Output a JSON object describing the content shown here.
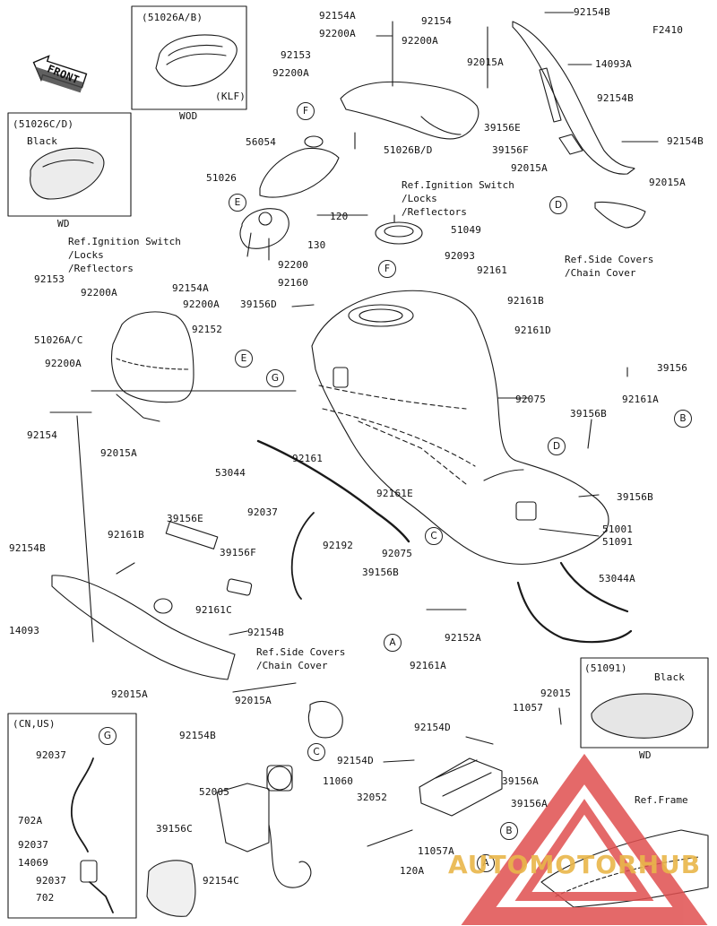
{
  "figure_code": "F2410",
  "front_label": "FRONT",
  "inset_boxes": {
    "top_left": {
      "title": "(51026A/B)",
      "sub": "(KLF)",
      "caption": "WOD"
    },
    "left": {
      "title": "(51026C/D)",
      "color": "Black",
      "caption": "WD"
    },
    "bottom_left": {
      "title": "(CN,US)"
    },
    "bottom_right": {
      "title": "(51091)",
      "color": "Black",
      "caption": "WD"
    }
  },
  "refs": {
    "ignition_center": "Ref.Ignition Switch\n/Locks\n/Reflectors",
    "ignition_left": "Ref.Ignition Switch\n/Locks\n/Reflectors",
    "side_covers_right": "Ref.Side Covers\n/Chain Cover",
    "side_covers_center": "Ref.Side Covers\n/Chain Cover",
    "frame": "Ref.Frame"
  },
  "callouts": [
    "F",
    "E",
    "E",
    "F",
    "G",
    "D",
    "D",
    "B",
    "C",
    "C",
    "A",
    "A",
    "B",
    "G"
  ],
  "parts": {
    "p1": "92154A",
    "p2": "92200A",
    "p3": "92154",
    "p4": "92200A",
    "p5": "92154B",
    "p6": "92153",
    "p7": "92200A",
    "p8": "92015A",
    "p9": "14093A",
    "p10": "51026B/D",
    "p11": "56054",
    "p12": "51026",
    "p13": "39156E",
    "p14": "39156F",
    "p15": "92154B",
    "p16": "92154B",
    "p17": "92015A",
    "p18": "92015A",
    "p19": "120",
    "p20": "51049",
    "p21": "130",
    "p22": "92093",
    "p23": "92200",
    "p24": "92160",
    "p25": "92161",
    "p26": "39156D",
    "p27": "92161B",
    "p28": "92153",
    "p29": "92200A",
    "p30": "92154A",
    "p31": "92200A",
    "p32": "92152",
    "p33": "51026A/C",
    "p34": "92161D",
    "p35": "39156",
    "p36": "92200A",
    "p37": "92154",
    "p38": "92015A",
    "p39": "92075",
    "p40": "39156B",
    "p41": "92161A",
    "p42": "92161",
    "p43": "53044",
    "p44": "92161E",
    "p45": "39156B",
    "p46": "92037",
    "p47": "92192",
    "p48": "92075",
    "p49": "51001",
    "p50": "51091",
    "p51": "39156E",
    "p52": "92161B",
    "p53": "39156F",
    "p54": "39156B",
    "p55": "53044A",
    "p56": "92154B",
    "p57": "14093",
    "p58": "92161C",
    "p59": "92161A",
    "p60": "92152A",
    "p61": "92154B",
    "p62": "92015A",
    "p63": "92015A",
    "p64": "92154B",
    "p65": "92037",
    "p66": "702A",
    "p67": "92037",
    "p68": "14069",
    "p69": "92037",
    "p70": "702",
    "p71": "11060",
    "p72": "52005",
    "p73": "39156C",
    "p74": "92154C",
    "p75": "92154D",
    "p76": "11057",
    "p77": "92015",
    "p78": "92154D",
    "p79": "32052",
    "p80": "39156A",
    "p81": "39156A",
    "p82": "11057A",
    "p83": "120A"
  },
  "watermark": "AUTOMOTORHUB"
}
